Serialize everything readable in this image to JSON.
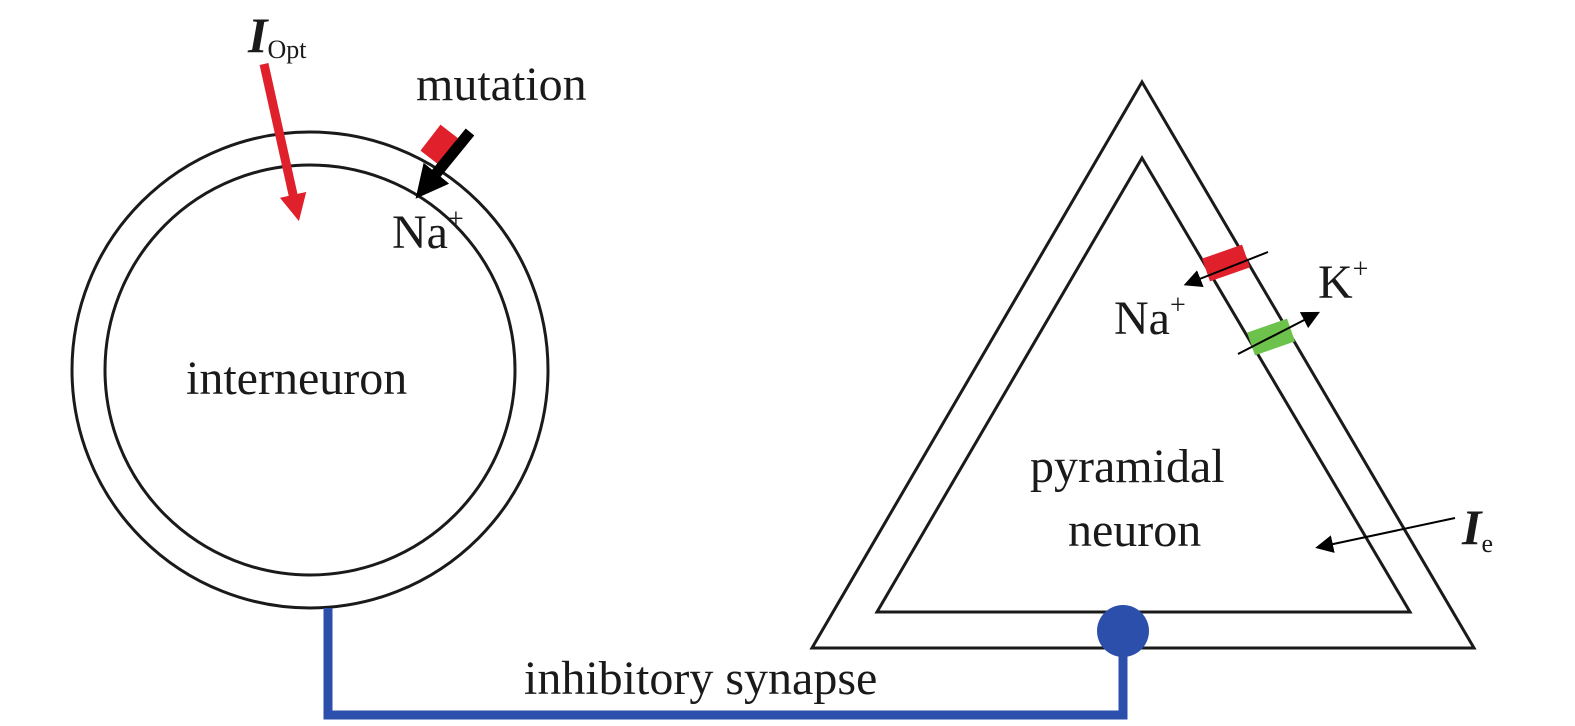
{
  "labels": {
    "i_opt_symbol": "I",
    "i_opt_subscript": "Opt",
    "mutation": "mutation",
    "na_interneuron": "Na",
    "na_interneuron_charge": "+",
    "interneuron": "interneuron",
    "na_pyramidal": "Na",
    "na_pyramidal_charge": "+",
    "k_pyramidal": "K",
    "k_pyramidal_charge": "+",
    "pyramidal_line1": "pyramidal",
    "pyramidal_line2": "neuron",
    "i_e_symbol": "I",
    "i_e_subscript": "e",
    "inhibitory_synapse": "inhibitory synapse"
  },
  "colors": {
    "membrane": "#1a1a1a",
    "optogenetic_current": "#e0212b",
    "sodium_channel": "#e0212b",
    "potassium_channel": "#6cc24a",
    "synapse": "#2b4faa",
    "ion_arrow": "#000000"
  },
  "icons": {
    "i_opt_arrow": "arrow-icon",
    "na_inward_arrow": "arrow-icon",
    "k_outward_arrow": "double-arrow-icon",
    "i_e_arrow": "arrow-icon",
    "synapse_terminal": "dot-icon"
  }
}
